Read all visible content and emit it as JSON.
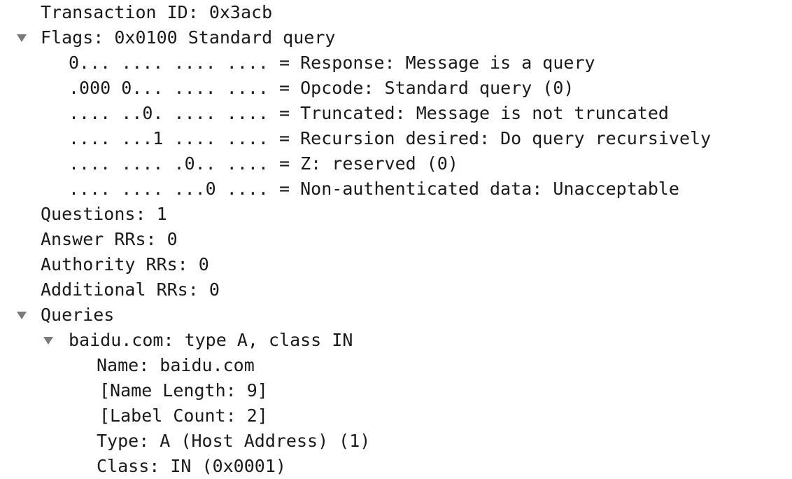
{
  "packet_detail": {
    "rows": [
      {
        "id": "transaction-id",
        "label": "Transaction ID: 0x3acb",
        "level": 1,
        "expander": "none"
      },
      {
        "id": "flags",
        "label": "Flags: 0x0100 Standard query",
        "level": 1,
        "expander": "expanded"
      },
      {
        "id": "flag-response",
        "label": "0... .... .... .... = Response: Message is a query",
        "level": 2,
        "expander": "none"
      },
      {
        "id": "flag-opcode",
        "label": ".000 0... .... .... = Opcode: Standard query (0)",
        "level": 2,
        "expander": "none"
      },
      {
        "id": "flag-truncated",
        "label": ".... ..0. .... .... = Truncated: Message is not truncated",
        "level": 2,
        "expander": "none"
      },
      {
        "id": "flag-recursion-desired",
        "label": ".... ...1 .... .... = Recursion desired: Do query recursively",
        "level": 2,
        "expander": "none"
      },
      {
        "id": "flag-z",
        "label": ".... .... .0.. .... = Z: reserved (0)",
        "level": 2,
        "expander": "none"
      },
      {
        "id": "flag-non-auth",
        "label": ".... .... ...0 .... = Non-authenticated data: Unacceptable",
        "level": 2,
        "expander": "none"
      },
      {
        "id": "questions",
        "label": "Questions: 1",
        "level": 1,
        "expander": "none"
      },
      {
        "id": "answer-rrs",
        "label": "Answer RRs: 0",
        "level": 1,
        "expander": "none"
      },
      {
        "id": "authority-rrs",
        "label": "Authority RRs: 0",
        "level": 1,
        "expander": "none"
      },
      {
        "id": "additional-rrs",
        "label": "Additional RRs: 0",
        "level": 1,
        "expander": "none"
      },
      {
        "id": "queries",
        "label": "Queries",
        "level": 1,
        "expander": "expanded"
      },
      {
        "id": "query-baidu",
        "label": "baidu.com: type A, class IN",
        "level": 2,
        "expander": "expanded"
      },
      {
        "id": "query-name",
        "label": "Name: baidu.com",
        "level": 3,
        "expander": "none"
      },
      {
        "id": "query-name-length",
        "label": "[Name Length: 9]",
        "level": 3,
        "expander": "none"
      },
      {
        "id": "query-label-count",
        "label": "[Label Count: 2]",
        "level": 3,
        "expander": "none"
      },
      {
        "id": "query-type",
        "label": "Type: A (Host Address) (1)",
        "level": 3,
        "expander": "none"
      },
      {
        "id": "query-class",
        "label": "Class: IN (0x0001)",
        "level": 3,
        "expander": "none"
      }
    ]
  },
  "icons": {
    "expanded": "triangle-down-icon"
  },
  "colors": {
    "text": "#1a1a1a",
    "triangle": "#7a7a7a",
    "background": "#ffffff"
  }
}
